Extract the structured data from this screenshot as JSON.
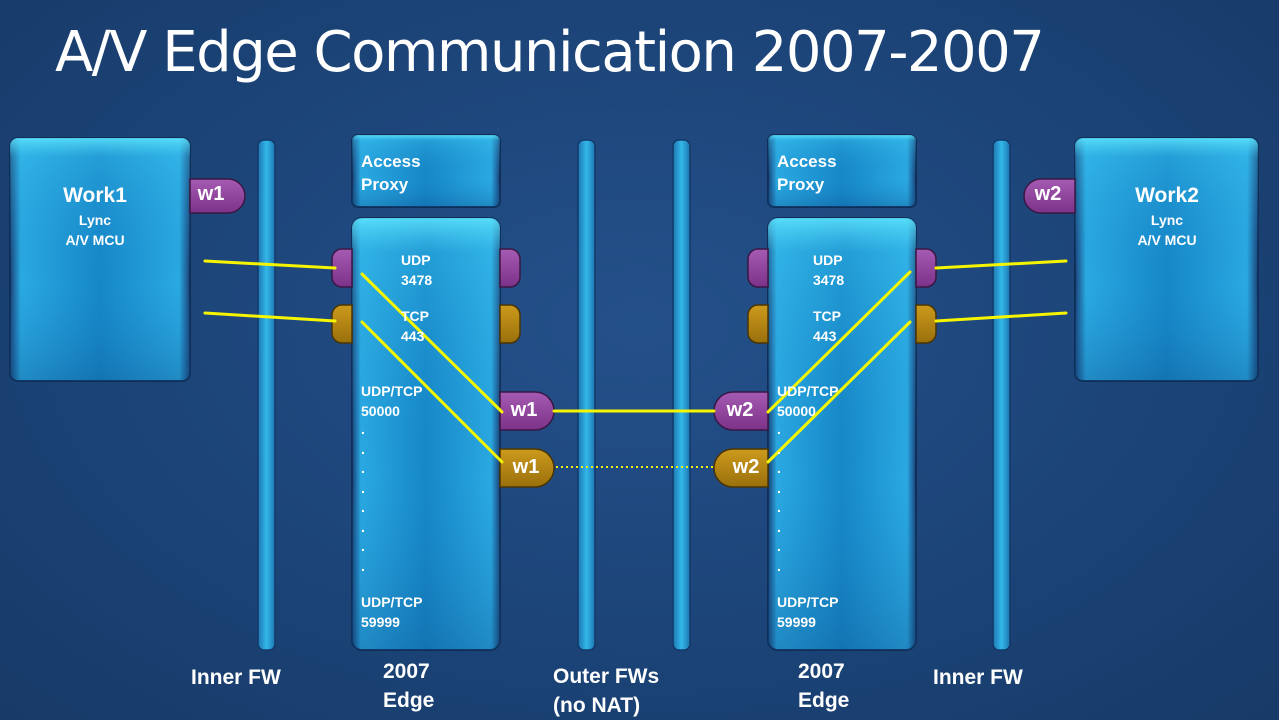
{
  "title": "A/V Edge Communication 2007-2007",
  "workstations": [
    {
      "name": "Work1",
      "sub1": "Lync",
      "sub2": "A/V MCU",
      "tag": "w1"
    },
    {
      "name": "Work2",
      "sub1": "Lync",
      "sub2": "A/V MCU",
      "tag": "w2"
    }
  ],
  "edges": [
    {
      "access_proxy": "Access\nProxy",
      "udp_port": "UDP\n3478",
      "tcp_port": "TCP\n443",
      "range_start": "UDP/TCP\n50000",
      "range_dots": ".\n.\n.\n.\n.\n.\n.\n.",
      "range_end": "UDP/TCP\n59999",
      "tag_top": "w1",
      "tag_bottom": "w1",
      "label": "2007\nEdge"
    },
    {
      "access_proxy": "Access\nProxy",
      "udp_port": "UDP\n3478",
      "tcp_port": "TCP\n443",
      "range_start": "UDP/TCP\n50000",
      "range_dots": ".\n.\n.\n.\n.\n.\n.\n.",
      "range_end": "UDP/TCP\n59999",
      "tag_top": "w2",
      "tag_bottom": "w2",
      "label": "2007\nEdge"
    }
  ],
  "firewalls": {
    "inner_left": "Inner FW",
    "outer": "Outer FWs\n(no NAT)",
    "inner_right": "Inner FW"
  },
  "colors": {
    "background": "#1c4478",
    "box": "#1c8fd0",
    "udp_port": "#8e3f9c",
    "tcp_port": "#b38412",
    "link": "#f5f500"
  }
}
